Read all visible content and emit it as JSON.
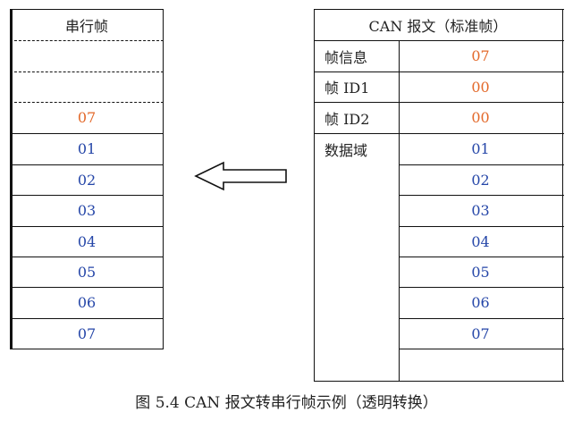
{
  "left_table": {
    "header": "串行帧",
    "rows": [
      "07",
      "01",
      "02",
      "03",
      "04",
      "05",
      "06",
      "07"
    ]
  },
  "right_table": {
    "header": "CAN 报文（标准帧）",
    "info_label": "帧信息",
    "info_value": "07",
    "id1_label": "帧 ID1",
    "id1_value": "00",
    "id2_label": "帧 ID2",
    "id2_value": "00",
    "data_label": "数据域",
    "data_values": [
      "01",
      "02",
      "03",
      "04",
      "05",
      "06",
      "07"
    ]
  },
  "caption": "图 5.4 CAN 报文转串行帧示例（透明转换）",
  "colors": {
    "orange": "#e3692a",
    "blue": "#2546a8"
  }
}
